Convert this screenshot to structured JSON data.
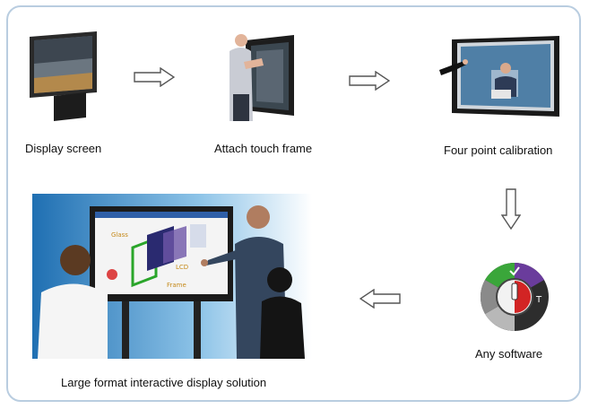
{
  "steps": [
    {
      "id": "display",
      "label": "Display screen"
    },
    {
      "id": "attach",
      "label": "Attach touch frame"
    },
    {
      "id": "calibrate",
      "label": "Four point calibration"
    },
    {
      "id": "software",
      "label": "Any software"
    },
    {
      "id": "solution",
      "label": "Large format interactive display solution"
    }
  ],
  "screen_annotations": {
    "glass": "Glass",
    "lcd": "LCD",
    "frame": "Frame"
  },
  "colors": {
    "frame_border": "#b9cde0",
    "arrow_fill": "#ffffff",
    "arrow_stroke": "#555555",
    "wheel_green": "#3aa63a",
    "wheel_purple": "#6a3c9c",
    "wheel_red": "#d22424"
  }
}
